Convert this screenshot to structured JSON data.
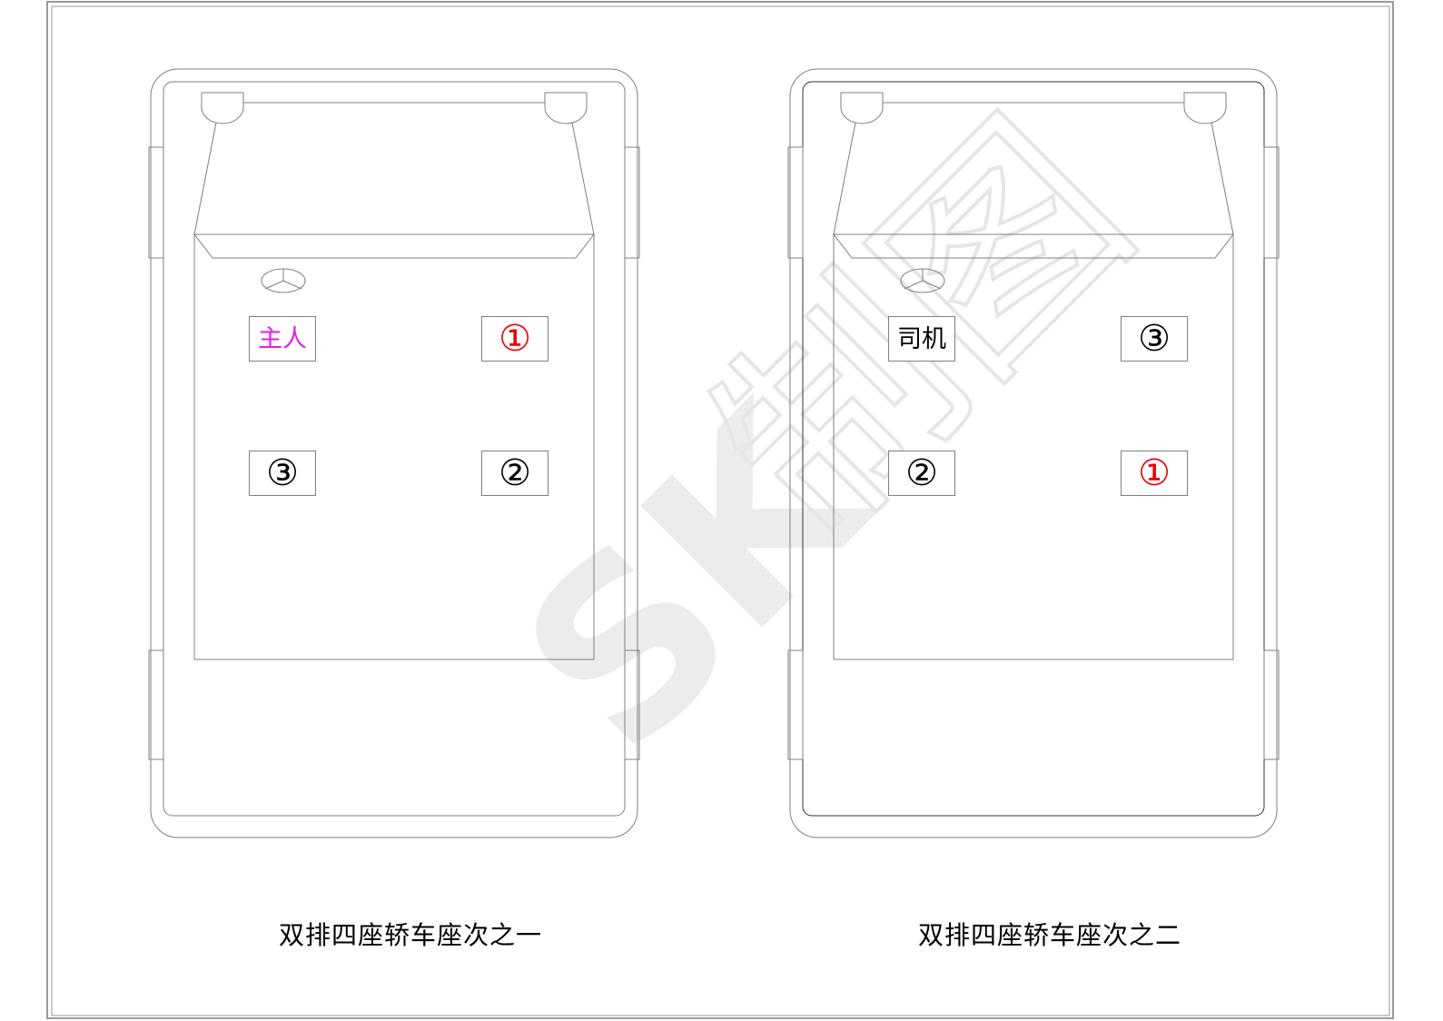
{
  "diagrams": [
    {
      "caption": "双排四座轿车座次之一",
      "seats": {
        "front_left": {
          "label": "主人",
          "color": "#e61ee6"
        },
        "front_right": {
          "label": "①",
          "color": "#e60000"
        },
        "rear_left": {
          "label": "③",
          "color": "#000000"
        },
        "rear_right": {
          "label": "②",
          "color": "#000000"
        }
      }
    },
    {
      "caption": "双排四座轿车座次之二",
      "seats": {
        "front_left": {
          "label": "司机",
          "color": "#000000"
        },
        "front_right": {
          "label": "③",
          "color": "#000000"
        },
        "rear_left": {
          "label": "②",
          "color": "#000000"
        },
        "rear_right": {
          "label": "①",
          "color": "#e60000"
        }
      }
    }
  ],
  "watermark": {
    "text": "SK制图",
    "color": "#ececec"
  },
  "line_color": "#7f7f7f"
}
